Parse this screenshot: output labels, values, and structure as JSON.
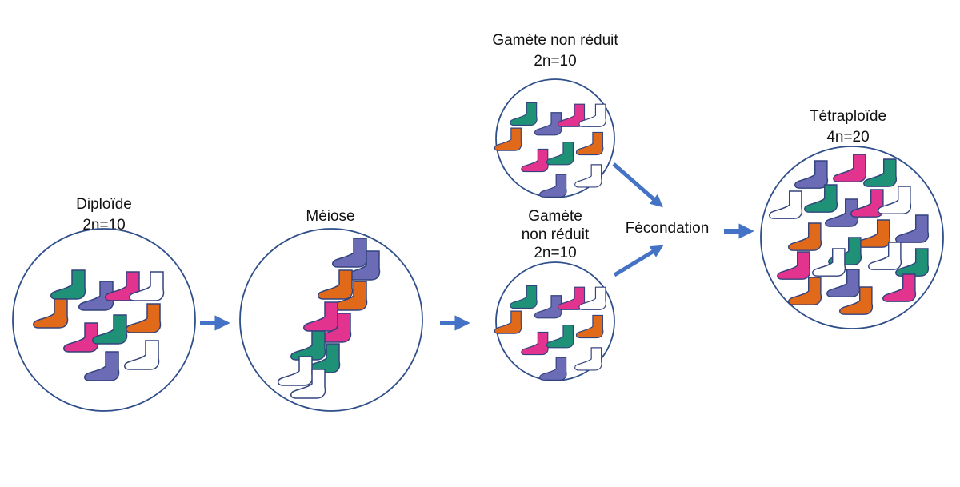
{
  "title": "Polyploïdisation par gamètes non réduits",
  "colors": {
    "green": "#1f9177",
    "purple": "#6c6bb5",
    "pink": "#e2338f",
    "orange": "#e06a1a",
    "white": "#ffffff",
    "outline": "#33437e",
    "circle_stroke": "#2f4f8a",
    "arrow": "#4472c4"
  },
  "nodes": {
    "diploid": {
      "label_line1": "Diploïde",
      "label_line2": "2n=10",
      "socks": [
        "green",
        "purple",
        "pink",
        "white",
        "orange",
        "pink",
        "green",
        "orange",
        "purple",
        "white"
      ]
    },
    "meiosis": {
      "label_line1": "Méiose",
      "socks": [
        "purple",
        "purple",
        "orange",
        "orange",
        "pink",
        "pink",
        "green",
        "green",
        "white",
        "white"
      ]
    },
    "gamete_top": {
      "label_line1": "Gamète non réduit",
      "label_line2": "2n=10",
      "socks": [
        "green",
        "purple",
        "pink",
        "white",
        "orange",
        "pink",
        "green",
        "orange",
        "purple",
        "white"
      ]
    },
    "gamete_bottom": {
      "label_line1": "Gamète",
      "label_line2": "non réduit",
      "label_line3": "2n=10",
      "socks": [
        "green",
        "purple",
        "pink",
        "white",
        "orange",
        "pink",
        "green",
        "orange",
        "purple",
        "white"
      ]
    },
    "fertilization": {
      "label": "Fécondation"
    },
    "tetraploid": {
      "label_line1": "Tétraploïde",
      "label_line2": "4n=20",
      "socks": [
        "purple",
        "pink",
        "green",
        "green",
        "white",
        "purple",
        "pink",
        "white",
        "purple",
        "orange",
        "orange",
        "green",
        "green",
        "white",
        "pink",
        "white",
        "orange",
        "purple",
        "orange",
        "pink"
      ]
    }
  }
}
